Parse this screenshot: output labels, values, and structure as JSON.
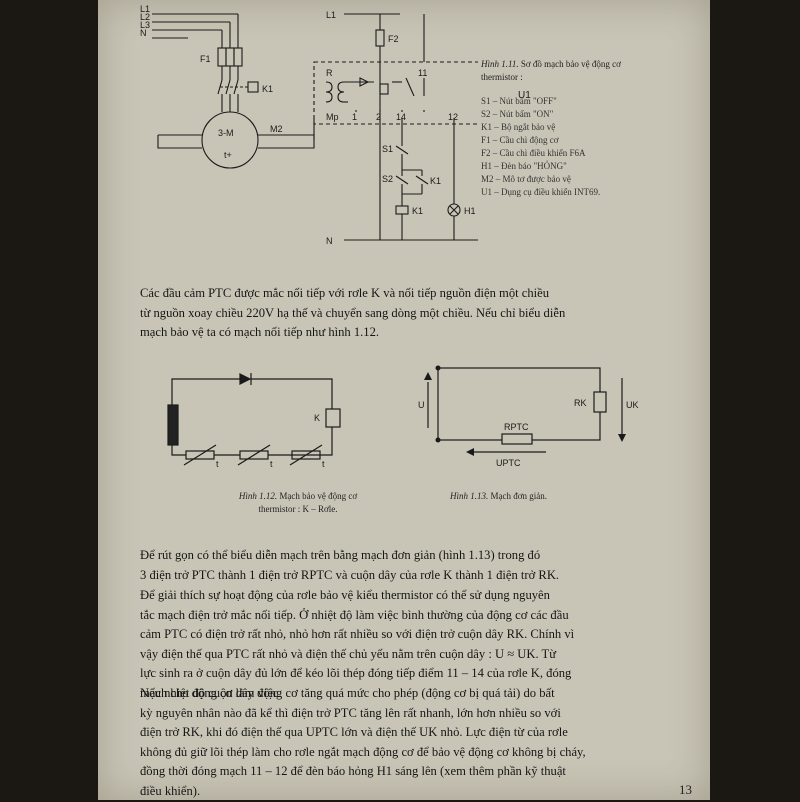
{
  "fig1": {
    "labels": {
      "L1": "L1",
      "L2": "L2",
      "L3": "L3",
      "N_top": "N",
      "L1_right": "L1",
      "F1": "F1",
      "F2": "F2",
      "K1_contact": "K1",
      "motor_3M": "3-M",
      "motor_t": "t+",
      "M2": "M2",
      "R": "R",
      "Mp": "Mp",
      "t1": "1",
      "t2": "2",
      "t14": "14",
      "t11": "11",
      "t12": "12",
      "U1": "U1",
      "S1": "S1",
      "S2": "S2",
      "K1_contact2": "K1",
      "K1_coil": "K1",
      "H1": "H1",
      "N_bottom": "N"
    },
    "caption_title": "Hình 1.11.",
    "caption_text": "Sơ đồ mạch bảo vệ động cơ thermistor :",
    "legend": [
      "S1 – Nút bấm \"OFF\"",
      "S2 – Nút bấm \"ON\"",
      "K1 – Bộ ngắt bảo vệ",
      "F1 – Cầu chì động cơ",
      "F2 – Cầu chì điều khiển F6A",
      "H1 – Đèn báo \"HỎNG\"",
      "M2 – Mô tơ được bảo vệ",
      "U1 – Dụng cụ điều khiển INT69."
    ]
  },
  "paragraph1": [
    "Các đầu cảm PTC được mắc nối tiếp với rơle K và nối tiếp nguồn điện một chiều",
    "từ nguồn xoay chiều 220V hạ thế và chuyển sang dòng một chiều. Nếu chỉ biểu diễn",
    "mạch bảo vệ ta có mạch nối tiếp như hình 1.12."
  ],
  "fig2": {
    "label_K": "K",
    "therm_labels": [
      "t",
      "t",
      "t"
    ],
    "caption_title": "Hình 1.12.",
    "caption_text1": "Mạch bảo vệ động cơ",
    "caption_text2": "thermistor : K – Rơle."
  },
  "fig3": {
    "label_U": "U",
    "label_RK": "RK",
    "label_UK": "UK",
    "label_RPTC": "RPTC",
    "label_UPTC": "UPTC",
    "caption_title": "Hình 1.13.",
    "caption_text": "Mạch đơn giản."
  },
  "paragraph2": [
    "Để rút gọn có thể biểu diễn mạch trên bằng mạch đơn giản (hình 1.13) trong đó",
    "3 điện trở PTC thành 1 điện trở RPTC và cuộn dây của rơle K thành 1 điện trở RK."
  ],
  "paragraph3": [
    "Để giải thích sự hoạt động của rơle bảo vệ kiểu thermistor có thể sử dụng nguyên",
    "tắc mạch điện trở mắc nối tiếp. Ở nhiệt độ làm việc bình thường của động cơ các đầu",
    "cảm PTC có điện trở rất nhỏ, nhỏ hơn rất nhiều so với điện trở cuộn dây RK. Chính vì",
    "vậy điện thế qua PTC rất nhỏ và điện thế chủ yếu nằm trên cuộn dây : U ≈ UK. Từ",
    "lực sinh ra ở cuộn dây đủ lớn để kéo lõi thép đóng tiếp điểm 11 – 14 của rơle K, đóng",
    "mạch cho động cơ làm việc."
  ],
  "paragraph4": [
    "Nếu nhiệt độ cuộn dây động cơ tăng quá mức cho phép (động cơ bị quá tải) do bất",
    "kỳ nguyên nhân nào đã kể thì điện trở PTC tăng lên rất nhanh, lớn hơn nhiều so với",
    "điện trở RK, khi đó điện thế qua UPTC lớn và điện thế UK nhỏ. Lực điện từ của rơle",
    "không đủ giữ lõi thép làm cho rơle ngắt mạch động cơ để bảo vệ động cơ không bị cháy,",
    "đồng thời đóng mạch 11 – 12 để đèn báo hỏng H1 sáng lên (xem thêm phần kỹ thuật",
    "điều khiển)."
  ],
  "page_number": "13"
}
